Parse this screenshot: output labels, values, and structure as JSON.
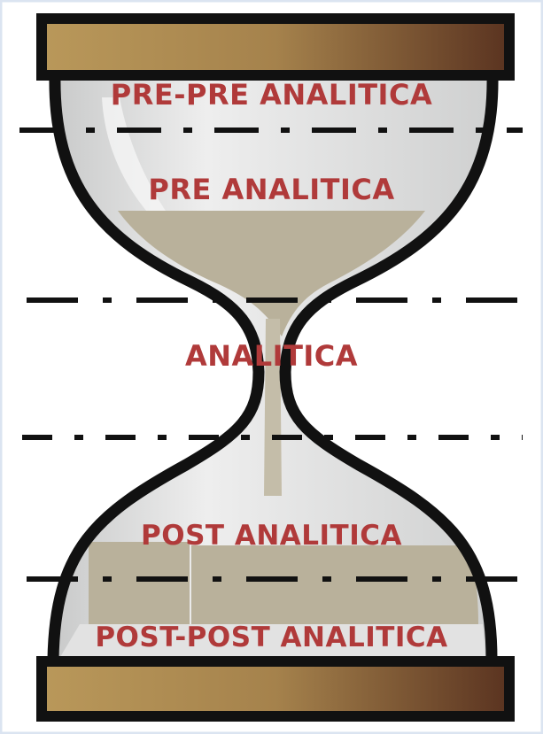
{
  "colors": {
    "background": "#ffffff",
    "page_border": "#dbe4f1",
    "wood_light": "#b9985a",
    "wood_dark": "#5a3320",
    "frame": "#111111",
    "glass": "#d7d8d8",
    "sand": "#b9b19b",
    "label": "#b03a3a",
    "divider": "#111111"
  },
  "phases": [
    {
      "label": "PRE-PRE ANALITICA"
    },
    {
      "label": "PRE ANALITICA"
    },
    {
      "label": "ANALITICA"
    },
    {
      "label": "POST ANALITICA"
    },
    {
      "label": "POST-POST ANALITICA"
    }
  ]
}
